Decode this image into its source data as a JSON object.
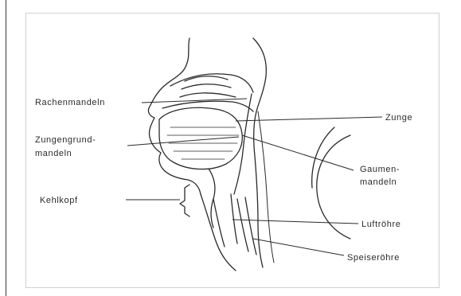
{
  "labels": {
    "rachenmandeln": "Rachenmandeln",
    "zungengrund_1": "Zungengrund-",
    "zungengrund_2": "mandeln",
    "kehlkopf": "Kehlkopf",
    "zunge": "Zunge",
    "gaumen_1": "Gaumen-",
    "gaumen_2": "mandeln",
    "luftroehre": "Luftröhre",
    "speiseroehre": "Speiseröhre"
  },
  "colors": {
    "ink": "#2a2a2a",
    "frame": "#d0d0d0"
  }
}
